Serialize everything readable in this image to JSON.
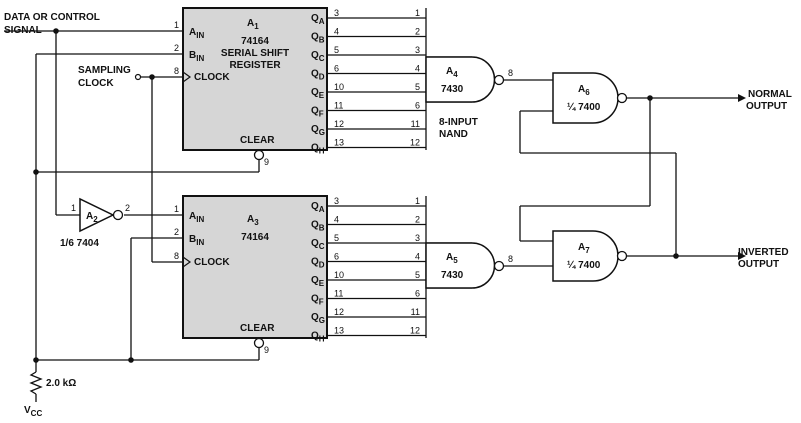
{
  "inputs": {
    "data_line1": "DATA OR CONTROL",
    "data_line2": "SIGNAL",
    "clock_line1": "SAMPLING",
    "clock_line2": "CLOCK"
  },
  "register1": {
    "ref": "A",
    "ref_sub": "1",
    "part": "74164",
    "desc1": "SERIAL SHIFT",
    "desc2": "REGISTER",
    "clear": "CLEAR",
    "clear_pin": "9"
  },
  "register2": {
    "ref": "A",
    "ref_sub": "3",
    "part": "74164",
    "clear": "CLEAR",
    "clear_pin": "9"
  },
  "register_inputs": {
    "ain": "A",
    "ain_sub": "IN",
    "bin": "B",
    "bin_sub": "IN",
    "clock": "CLOCK",
    "pin_a": "1",
    "pin_b": "2",
    "pin_clk": "8"
  },
  "outputs_q": [
    {
      "letter": "Q",
      "sub": "A",
      "pin": "3",
      "gate_pin": "1"
    },
    {
      "letter": "Q",
      "sub": "B",
      "pin": "4",
      "gate_pin": "2"
    },
    {
      "letter": "Q",
      "sub": "C",
      "pin": "5",
      "gate_pin": "3"
    },
    {
      "letter": "Q",
      "sub": "D",
      "pin": "6",
      "gate_pin": "4"
    },
    {
      "letter": "Q",
      "sub": "E",
      "pin": "10",
      "gate_pin": "5"
    },
    {
      "letter": "Q",
      "sub": "F",
      "pin": "11",
      "gate_pin": "6"
    },
    {
      "letter": "Q",
      "sub": "G",
      "pin": "12",
      "gate_pin": "11"
    },
    {
      "letter": "Q",
      "sub": "H",
      "pin": "13",
      "gate_pin": "12"
    }
  ],
  "inverter": {
    "ref": "A",
    "ref_sub": "2",
    "part": "1/6 7404",
    "pin_in": "1",
    "pin_out": "2"
  },
  "nand1": {
    "ref": "A",
    "ref_sub": "4",
    "part": "7430",
    "out_pin": "8",
    "desc1": "8-INPUT",
    "desc2": "NAND"
  },
  "nand2": {
    "ref": "A",
    "ref_sub": "5",
    "part": "7430",
    "out_pin": "8"
  },
  "nand3": {
    "ref": "A",
    "ref_sub": "6",
    "part": "¼ 7400"
  },
  "nand4": {
    "ref": "A",
    "ref_sub": "7",
    "part": "¼ 7400"
  },
  "normal_output": {
    "line1": "NORMAL",
    "line2": "OUTPUT"
  },
  "inverted_output": {
    "line1": "INVERTED",
    "line2": "OUTPUT"
  },
  "resistor": {
    "value": "2.0 kΩ",
    "supply": "V",
    "supply_sub": "CC"
  }
}
